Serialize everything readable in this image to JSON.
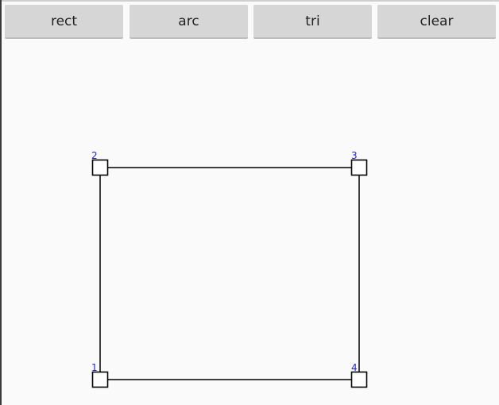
{
  "toolbar": {
    "buttons": [
      {
        "id": "rect",
        "label": "rect"
      },
      {
        "id": "arc",
        "label": "arc"
      },
      {
        "id": "tri",
        "label": "tri"
      },
      {
        "id": "clear",
        "label": "clear"
      }
    ]
  },
  "canvas": {
    "shape": "rect",
    "stroke_color": "#000000",
    "label_color": "#2222dd",
    "handles": [
      {
        "label": "1"
      },
      {
        "label": "2"
      },
      {
        "label": "3"
      },
      {
        "label": "4"
      }
    ]
  }
}
